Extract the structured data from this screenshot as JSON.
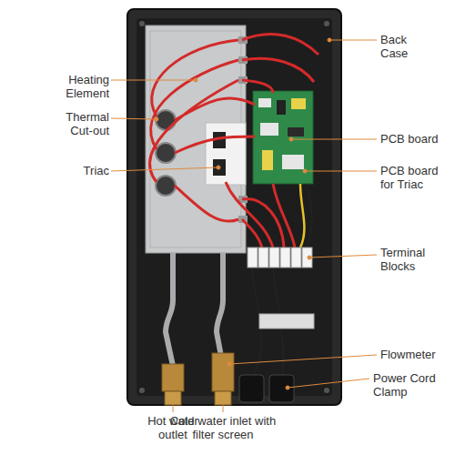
{
  "diagram": {
    "labels": [
      "Heating Element",
      "Thermal Cut-out",
      "Triac",
      "Back Case",
      "PCB board",
      "PCB board for Triac",
      "Terminal Blocks",
      "Flowmeter",
      "Power Cord Clamp",
      "Hot water outlet",
      "Cold water inlet with filter screen"
    ]
  }
}
